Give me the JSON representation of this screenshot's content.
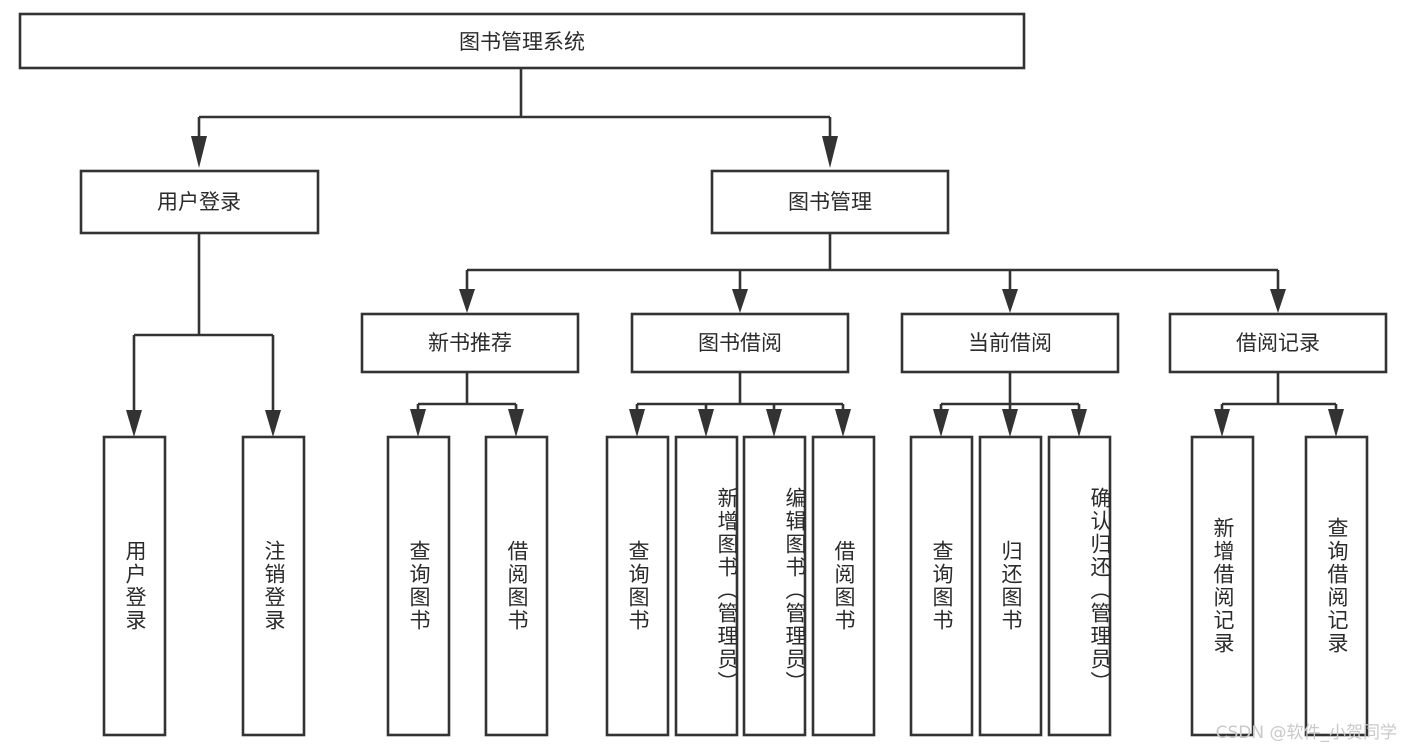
{
  "diagram": {
    "type": "tree-hierarchy-chart",
    "title": "图书管理系统",
    "watermark": "CSDN @软件_小贺同学",
    "colors": {
      "stroke": "#333333",
      "fill": "#ffffff",
      "text": "#2b2b2b",
      "watermark": "#c9c9c9",
      "background": "#ffffff"
    },
    "root": {
      "label": "图书管理系统"
    },
    "level2": [
      {
        "id": "user-login",
        "label": "用户登录"
      },
      {
        "id": "book-management",
        "label": "图书管理"
      }
    ],
    "level3": [
      {
        "id": "new-book-recommend",
        "label": "新书推荐",
        "parent": "book-management"
      },
      {
        "id": "book-borrow",
        "label": "图书借阅",
        "parent": "book-management"
      },
      {
        "id": "current-borrow",
        "label": "当前借阅",
        "parent": "book-management"
      },
      {
        "id": "borrow-records",
        "label": "借阅记录",
        "parent": "book-management"
      }
    ],
    "leaves": [
      {
        "id": "leaf-user-login",
        "label": "用户登录",
        "parent": "user-login"
      },
      {
        "id": "leaf-user-logout",
        "label": "注销登录",
        "parent": "user-login"
      },
      {
        "id": "leaf-query-book-1",
        "label": "查询图书",
        "parent": "new-book-recommend"
      },
      {
        "id": "leaf-borrow-book-1",
        "label": "借阅图书",
        "parent": "new-book-recommend"
      },
      {
        "id": "leaf-query-book-2",
        "label": "查询图书",
        "parent": "book-borrow"
      },
      {
        "id": "leaf-add-book",
        "label": "新增图书（管理员）",
        "parent": "book-borrow"
      },
      {
        "id": "leaf-edit-book",
        "label": "编辑图书（管理员）",
        "parent": "book-borrow"
      },
      {
        "id": "leaf-borrow-book-2",
        "label": "借阅图书",
        "parent": "book-borrow"
      },
      {
        "id": "leaf-query-book-3",
        "label": "查询图书",
        "parent": "current-borrow"
      },
      {
        "id": "leaf-return-book",
        "label": "归还图书",
        "parent": "current-borrow"
      },
      {
        "id": "leaf-confirm-return",
        "label": "确认归还（管理员）",
        "parent": "current-borrow"
      },
      {
        "id": "leaf-add-record",
        "label": "新增借阅记录",
        "parent": "borrow-records"
      },
      {
        "id": "leaf-query-record",
        "label": "查询借阅记录",
        "parent": "borrow-records"
      }
    ]
  }
}
